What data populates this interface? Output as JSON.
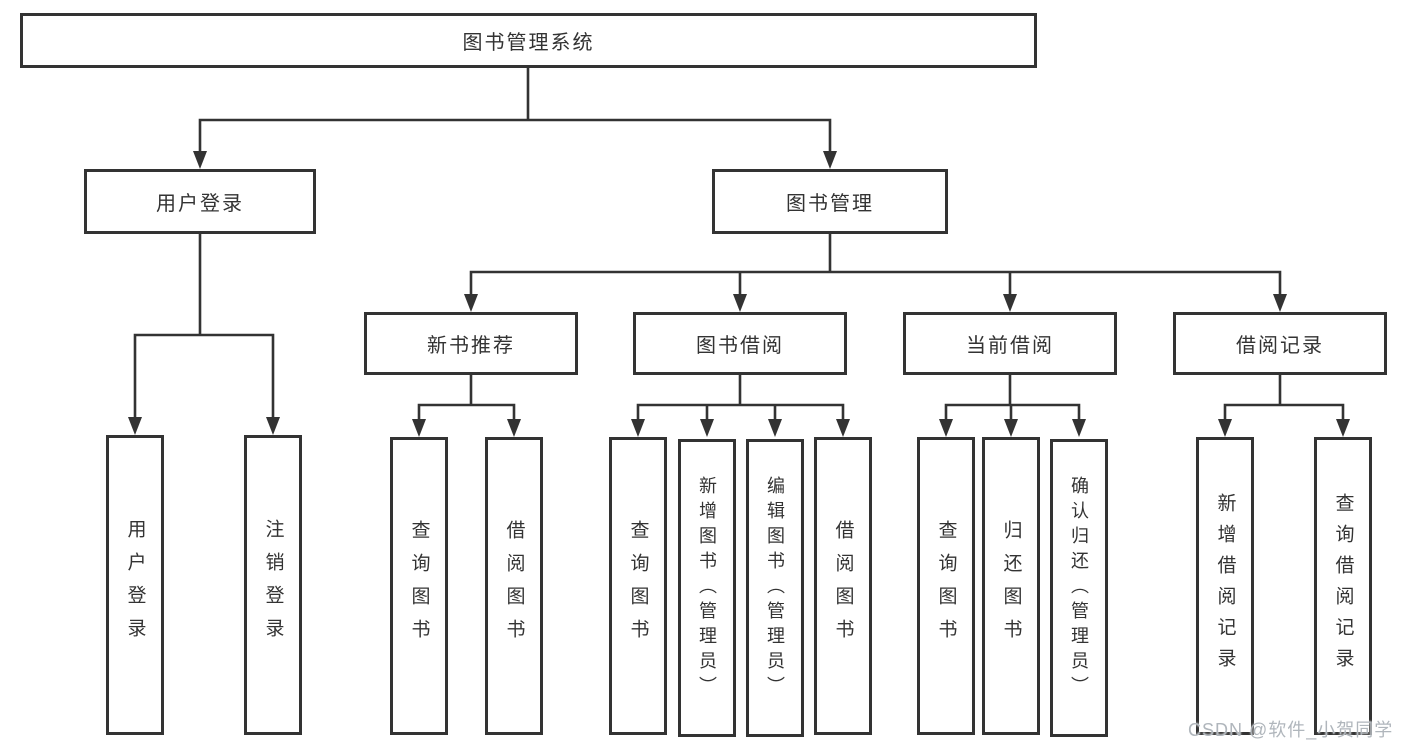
{
  "tree": {
    "root": "图书管理系统",
    "branches": [
      {
        "label": "用户登录",
        "children": [
          "用户登录",
          "注销登录"
        ]
      },
      {
        "label": "图书管理",
        "sections": [
          {
            "label": "新书推荐",
            "children": [
              "查询图书",
              "借阅图书"
            ]
          },
          {
            "label": "图书借阅",
            "children": [
              "查询图书",
              "新增图书（管理员）",
              "编辑图书（管理员）",
              "借阅图书"
            ]
          },
          {
            "label": "当前借阅",
            "children": [
              "查询图书",
              "归还图书",
              "确认归还（管理员）"
            ]
          },
          {
            "label": "借阅记录",
            "children": [
              "新增借阅记录",
              "查询借阅记录"
            ]
          }
        ]
      }
    ]
  },
  "watermark": "CSDN @软件_小贺同学",
  "colors": {
    "line": "#333333",
    "box_background": "#ffffff",
    "watermark_text": "#b0b6bc"
  }
}
